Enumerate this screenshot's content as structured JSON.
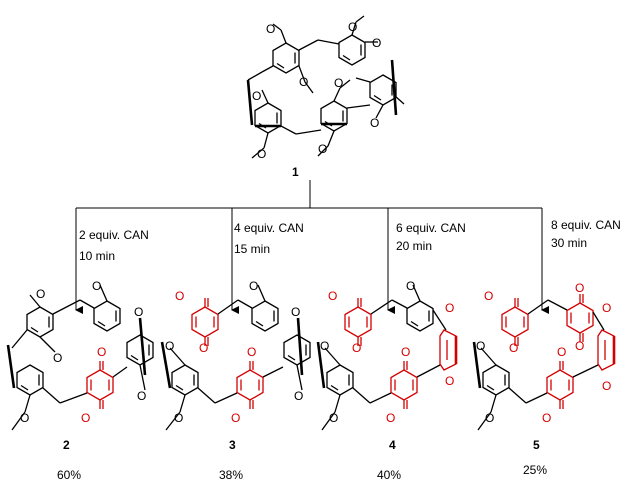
{
  "compounds": [
    {
      "id": "1",
      "label": "1",
      "yield": ""
    },
    {
      "id": "2",
      "label": "2",
      "yield": "60%"
    },
    {
      "id": "3",
      "label": "3",
      "yield": "38%"
    },
    {
      "id": "4",
      "label": "4",
      "yield": "40%"
    },
    {
      "id": "5",
      "label": "5",
      "yield": "25%"
    }
  ],
  "conditions": [
    {
      "reagent": "2 equiv. CAN",
      "time": "10 min"
    },
    {
      "reagent": "4 equiv. CAN",
      "time": "15 min"
    },
    {
      "reagent": "6 equiv. CAN",
      "time": "20 min"
    },
    {
      "reagent": "8 equiv. CAN",
      "time": "30 min"
    }
  ],
  "atom_labels": {
    "oxygen": "O"
  },
  "colors": {
    "oxidized_ring": "#d40000",
    "structure": "#000000"
  }
}
